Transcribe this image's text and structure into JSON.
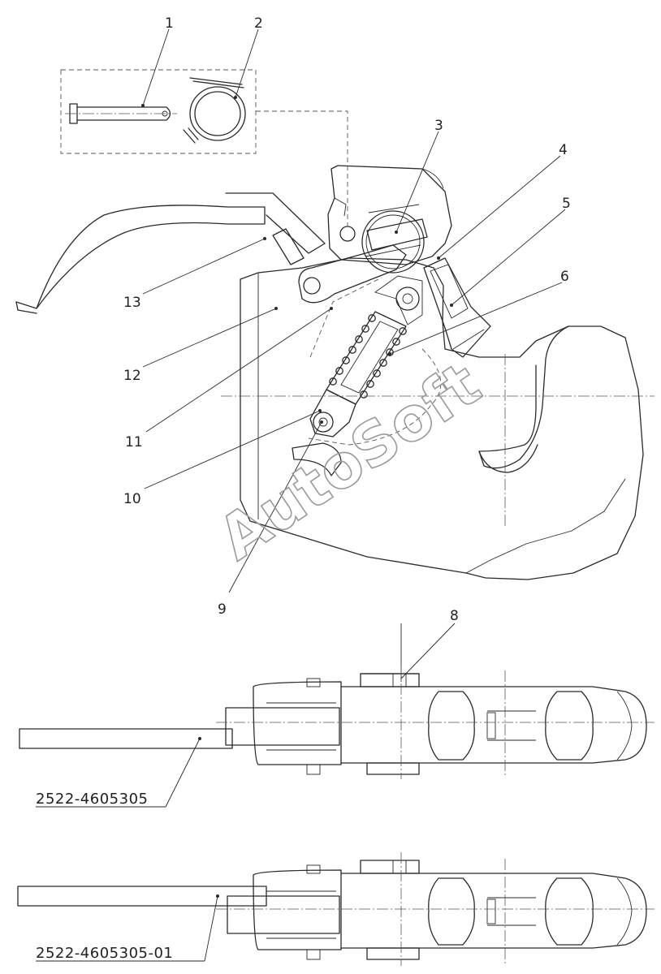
{
  "diagram": {
    "callouts": [
      "1",
      "2",
      "3",
      "4",
      "5",
      "6",
      "8",
      "9",
      "10",
      "11",
      "12",
      "13"
    ],
    "part_numbers": [
      "2522-4605305",
      "2522-4605305-01"
    ],
    "watermark": "AutoSoft"
  }
}
